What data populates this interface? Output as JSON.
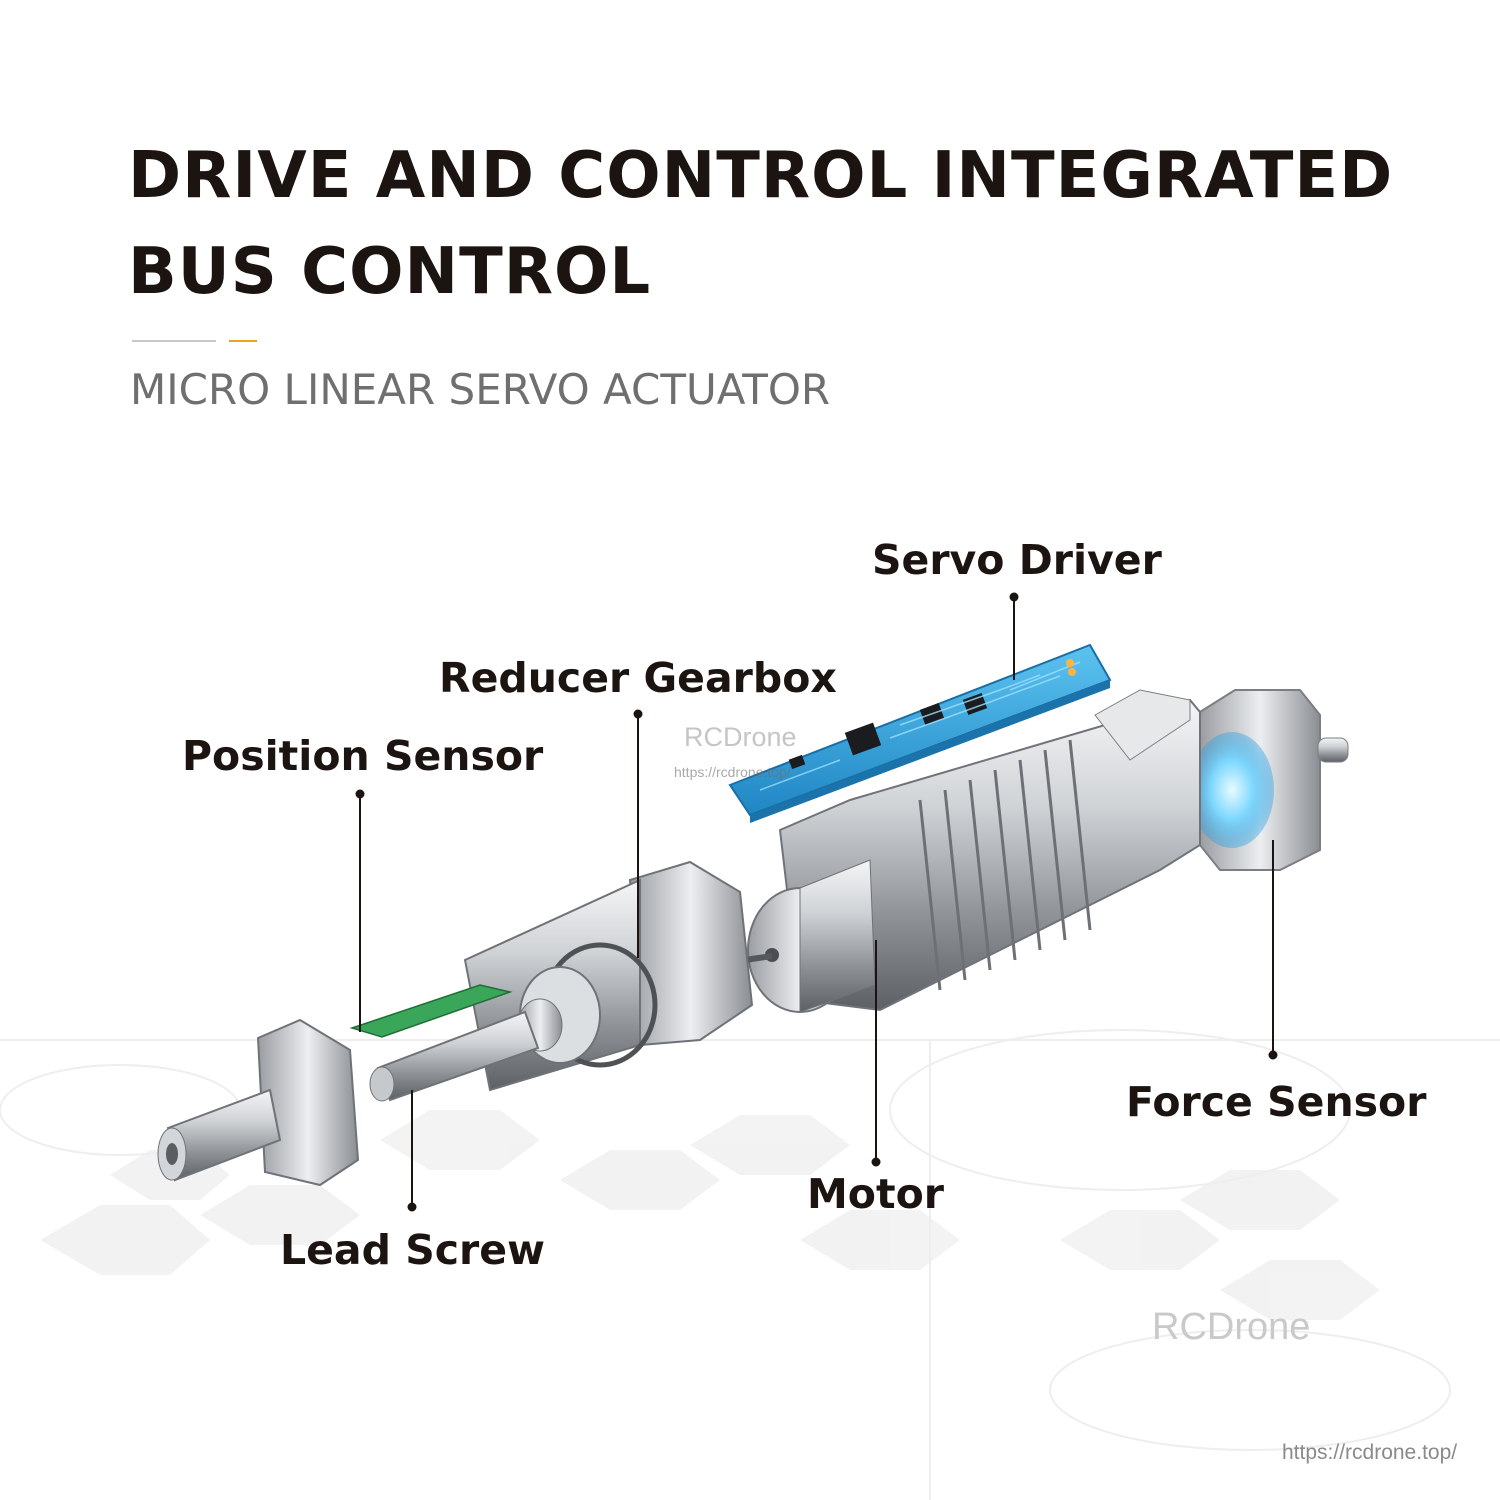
{
  "header": {
    "title_line1": "DRIVE AND CONTROL INTEGRATED",
    "title_line2": "BUS CONTROL",
    "subtitle": "MICRO LINEAR SERVO ACTUATOR",
    "accent_color": "#f0a31a"
  },
  "labels": {
    "servo_driver": "Servo Driver",
    "reducer_gearbox": "Reducer Gearbox",
    "position_sensor": "Position Sensor",
    "force_sensor": "Force Sensor",
    "motor": "Motor",
    "lead_screw": "Lead Screw"
  },
  "watermarks": {
    "brand_center": "RCDrone",
    "url_center": "https://rcdrone.top/",
    "brand_bottom": "RCDrone",
    "url_bottom": "https://rcdrone.top/"
  },
  "colors": {
    "pcb": "#2f9fd8",
    "metal": "#b9bcc0",
    "glow": "#6fd0ff"
  }
}
